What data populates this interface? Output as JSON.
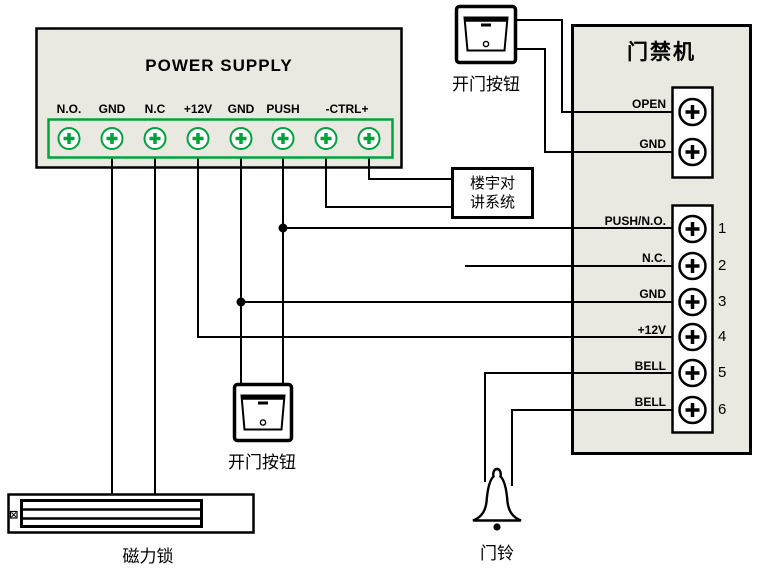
{
  "power_supply": {
    "title": "POWER SUPPLY",
    "terminals": [
      "N.O.",
      "GND",
      "N.C",
      "+12V",
      "GND",
      "PUSH",
      "-CTRL+"
    ]
  },
  "access_controller": {
    "title": "门禁机",
    "aux_terminals": [
      "OPEN",
      "GND"
    ],
    "main_terminals": [
      {
        "label": "PUSH/N.O.",
        "number": "1"
      },
      {
        "label": "N.C.",
        "number": "2"
      },
      {
        "label": "GND",
        "number": "3"
      },
      {
        "label": "+12V",
        "number": "4"
      },
      {
        "label": "BELL",
        "number": "5"
      },
      {
        "label": "BELL",
        "number": "6"
      }
    ]
  },
  "intercom": {
    "line1": "楼宇对",
    "line2": "讲系统"
  },
  "exit_button_top": {
    "label": "开门按钮"
  },
  "exit_button_middle": {
    "label": "开门按钮"
  },
  "magnetic_lock": {
    "label": "磁力锁"
  },
  "doorbell": {
    "label": "门铃"
  },
  "colors": {
    "terminal_green": "#00A33C",
    "box_fill": "#E9E9E1",
    "wire": "#000000"
  }
}
